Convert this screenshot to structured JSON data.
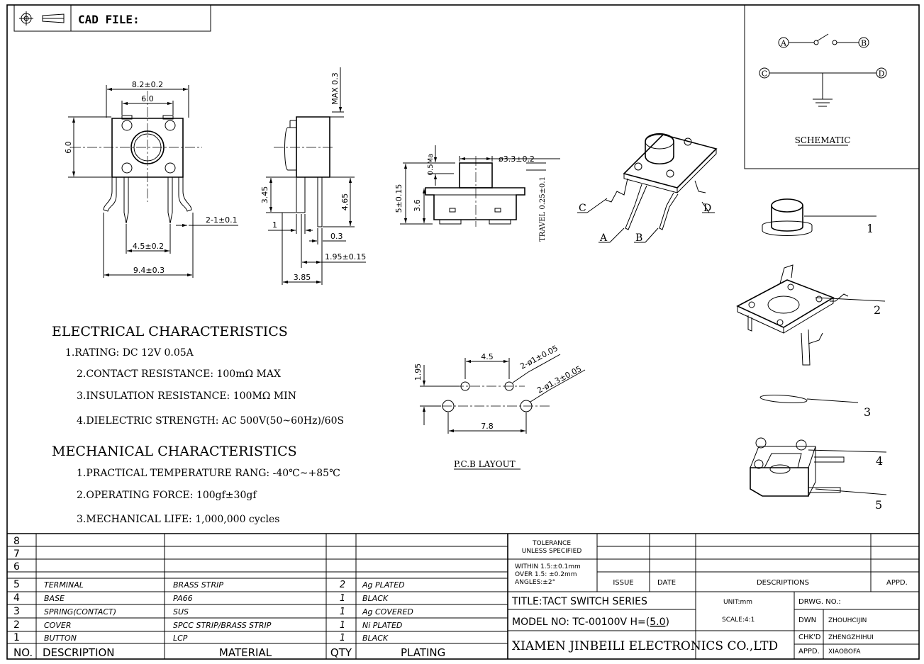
{
  "header": {
    "cad_label": "CAD FILE:",
    "projection_icon": "first-angle-projection-icon"
  },
  "schematic": {
    "pins": [
      "A",
      "B",
      "C",
      "D"
    ],
    "label": "SCHEMATIC"
  },
  "front_view": {
    "dims": [
      "8.2±0.2",
      "6.0",
      "6.0",
      "2-1±0.1",
      "4.5±0.2",
      "9.4±0.3"
    ]
  },
  "side_view": {
    "dims": [
      "MAX 0.3",
      "3.45",
      "4.65",
      "1",
      "0.3",
      "1.95±0.15",
      "3.85"
    ]
  },
  "elevation_view": {
    "dims": [
      "ø3.3±0.2",
      "0.5Ma",
      "5±0.15",
      "3.6",
      "TRAVEL 0.25±0.1"
    ]
  },
  "iso_view": {
    "labels": [
      "C",
      "D",
      "A",
      "B"
    ]
  },
  "exploded_parts": [
    "1",
    "2",
    "3",
    "4",
    "5"
  ],
  "electrical": {
    "title": "ELECTRICAL CHARACTERISTICS",
    "items": [
      "1.RATING: DC 12V 0.05A",
      "2.CONTACT RESISTANCE: 100mΩ MAX",
      "3.INSULATION RESISTANCE: 100MΩ MIN",
      "4.DIELECTRIC STRENGTH: AC 500V(50~60Hz)/60S"
    ]
  },
  "mechanical": {
    "title": "MECHANICAL CHARACTERISTICS",
    "items": [
      "1.PRACTICAL TEMPERATURE RANG: -40℃~+85℃",
      "2.OPERATING FORCE: 100gf±30gf",
      "3.MECHANICAL LIFE: 1,000,000 cycles"
    ]
  },
  "pcb_layout": {
    "dims": [
      "4.5",
      "2-ø1±0.05",
      "1.95",
      "2-ø1.3±0.05",
      "7.8"
    ],
    "label": "P.C.B LAYOUT"
  },
  "bom": {
    "header": {
      "no": "NO.",
      "description": "DESCRIPTION",
      "material": "MATERIAL",
      "qty": "QTY",
      "plating": "PLATING"
    },
    "rows": [
      {
        "no": "8",
        "description": "",
        "material": "",
        "qty": "",
        "plating": ""
      },
      {
        "no": "7",
        "description": "",
        "material": "",
        "qty": "",
        "plating": ""
      },
      {
        "no": "6",
        "description": "",
        "material": "",
        "qty": "",
        "plating": ""
      },
      {
        "no": "5",
        "description": "TERMINAL",
        "material": "BRASS STRIP",
        "qty": "2",
        "plating": "Ag PLATED"
      },
      {
        "no": "4",
        "description": "BASE",
        "material": "PA66",
        "qty": "1",
        "plating": "BLACK"
      },
      {
        "no": "3",
        "description": "SPRING(CONTACT)",
        "material": "SUS",
        "qty": "1",
        "plating": "Ag COVERED"
      },
      {
        "no": "2",
        "description": "COVER",
        "material": "SPCC STRIP/BRASS STRIP",
        "qty": "1",
        "plating": "Ni PLATED"
      },
      {
        "no": "1",
        "description": "BUTTON",
        "material": "LCP",
        "qty": "1",
        "plating": "BLACK"
      }
    ]
  },
  "title_block": {
    "tolerance_title": "TOLERANCE UNLESS SPECIFIED",
    "tolerance_title_1": "TOLERANCE",
    "tolerance_title_2": "UNLESS SPECIFIED",
    "tol_1": "WITHIN 1.5:±0.1mm",
    "tol_2": "OVER 1.5: ±0.2mm",
    "tol_3": "ANGLES:±2°",
    "issue": "ISSUE",
    "date": "DATE",
    "descriptions": "DESCRIPTIONS",
    "appd_col": "APPD.",
    "title": "TITLE:TACT SWITCH SERIES",
    "unit": "UNIT:mm",
    "drwg_no": "DRWG. NO.:",
    "model_prefix": "MODEL NO: TC-00100V H=(",
    "model_value": "5.0",
    "model_suffix": ")",
    "scale": "SCALE:4:1",
    "dwn_label": "DWN",
    "dwn_name": "ZHOUHCIJIN",
    "company": "XIAMEN JINBEILI ELECTRONICS CO.,LTD",
    "chkd_label": "CHK'D",
    "chkd_name": "ZHENGZHIHUI",
    "appd_label": "APPD.",
    "appd_name": "XIAOBOFA"
  }
}
